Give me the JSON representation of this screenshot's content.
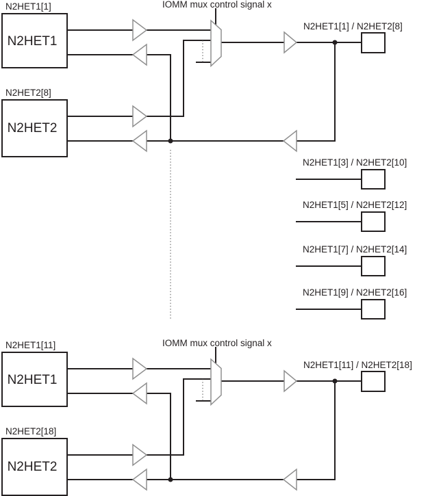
{
  "colors": {
    "line": "#231f20",
    "symbol_outline": "#8f8f8f",
    "background": "#ffffff"
  },
  "sections": {
    "top": {
      "het1": {
        "tag": "N2HET1[1]",
        "name": "N2HET1"
      },
      "het2": {
        "tag": "N2HET2[8]",
        "name": "N2HET2"
      },
      "mux_label": "IOMM mux control signal x",
      "pad_label": "N2HET1[1] / N2HET2[8]"
    },
    "shared_pads": [
      {
        "label": "N2HET1[3] / N2HET2[10]"
      },
      {
        "label": "N2HET1[5] / N2HET2[12]"
      },
      {
        "label": "N2HET1[7] / N2HET2[14]"
      },
      {
        "label": "N2HET1[9] / N2HET2[16]"
      }
    ],
    "bottom": {
      "het1": {
        "tag": "N2HET1[11]",
        "name": "N2HET1"
      },
      "het2": {
        "tag": "N2HET2[18]",
        "name": "N2HET2"
      },
      "mux_label": "IOMM mux control signal x",
      "pad_label": "N2HET1[11] / N2HET2[18]"
    }
  }
}
